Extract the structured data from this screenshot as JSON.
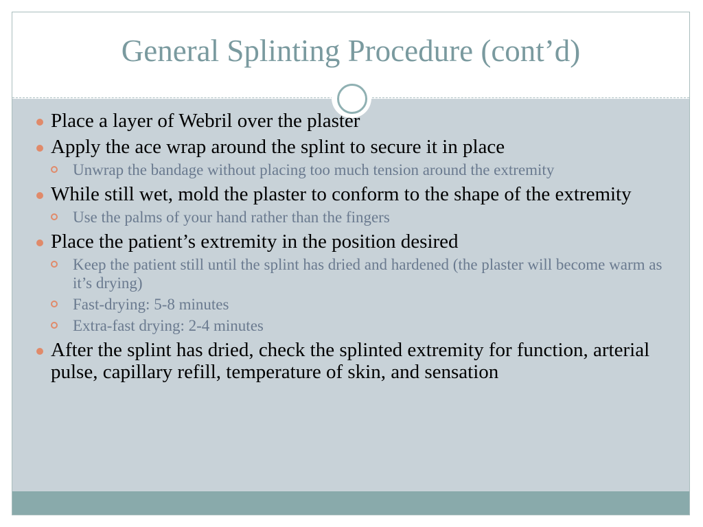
{
  "slide": {
    "title": "General Splinting Procedure (cont’d)",
    "bullets": [
      {
        "text": "Place a layer of Webril over the plaster",
        "subs": []
      },
      {
        "text": "Apply the ace wrap around the splint to secure it in place",
        "subs": [
          "Unwrap the bandage without placing too much tension around the extremity"
        ]
      },
      {
        "text": "While still wet, mold the plaster to conform to the shape of the extremity",
        "subs": [
          "Use the palms of your hand rather than the fingers"
        ]
      },
      {
        "text": "Place the patient’s extremity in the position desired",
        "subs": [
          "Keep the patient still until the splint has dried and hardened  (the plaster will become warm  as it’s drying)",
          "Fast-drying: 5-8 minutes",
          "Extra-fast drying: 2-4 minutes"
        ]
      },
      {
        "text": "After the splint has dried, check the splinted extremity for function, arterial pulse, capillary refill, temperature of skin, and sensation",
        "subs": []
      }
    ]
  },
  "colors": {
    "title": "#7a9a9f",
    "content_background": "#c8d2d8",
    "footer_band": "#89aaab",
    "bullet": "#e08a6a",
    "sub_text": "#6a7a8f"
  }
}
